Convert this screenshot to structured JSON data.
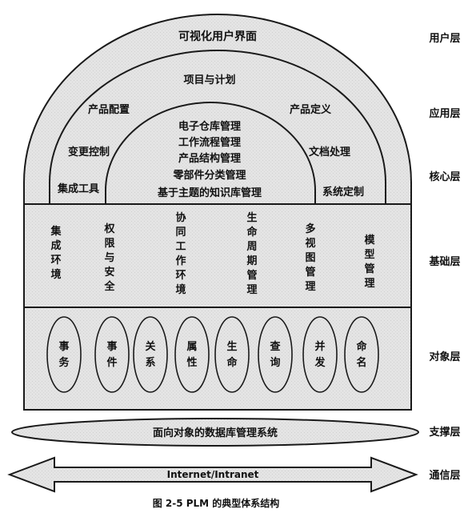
{
  "figure": {
    "caption": "图 2-5   PLM 的典型体系结构"
  },
  "layers": {
    "user": "用户层",
    "application": "应用层",
    "core": "核心层",
    "foundation": "基础层",
    "object": "对象层",
    "support": "支撑层",
    "communication": "通信层"
  },
  "user_layer": {
    "ui": "可视化用户界面"
  },
  "application_layer": {
    "project": "项目与计划",
    "config": "产品配置",
    "definition": "产品定义",
    "change": "变更控制",
    "document": "文档处理",
    "integration": "集成工具",
    "customize": "系统定制"
  },
  "core_layer": {
    "items": [
      "电子仓库管理",
      "工作流程管理",
      "产品结构管理",
      "零部件分类管理",
      "基于主题的知识库管理"
    ]
  },
  "foundation_layer": {
    "columns": [
      "集成环境",
      "权限与安全",
      "协同工作环境",
      "生命周期管理",
      "多视图管理",
      "模型管理"
    ]
  },
  "object_layer": {
    "ovals": [
      "事务",
      "事件",
      "关系",
      "属性",
      "生命",
      "查询",
      "并发",
      "命名"
    ]
  },
  "support_layer": {
    "db": "面向对象的数据库管理系统"
  },
  "communication_layer": {
    "net": "Internet/Intranet"
  },
  "colors": {
    "fill": "#e6e6e6",
    "stroke": "#1a1a1a",
    "text": "#111111"
  }
}
